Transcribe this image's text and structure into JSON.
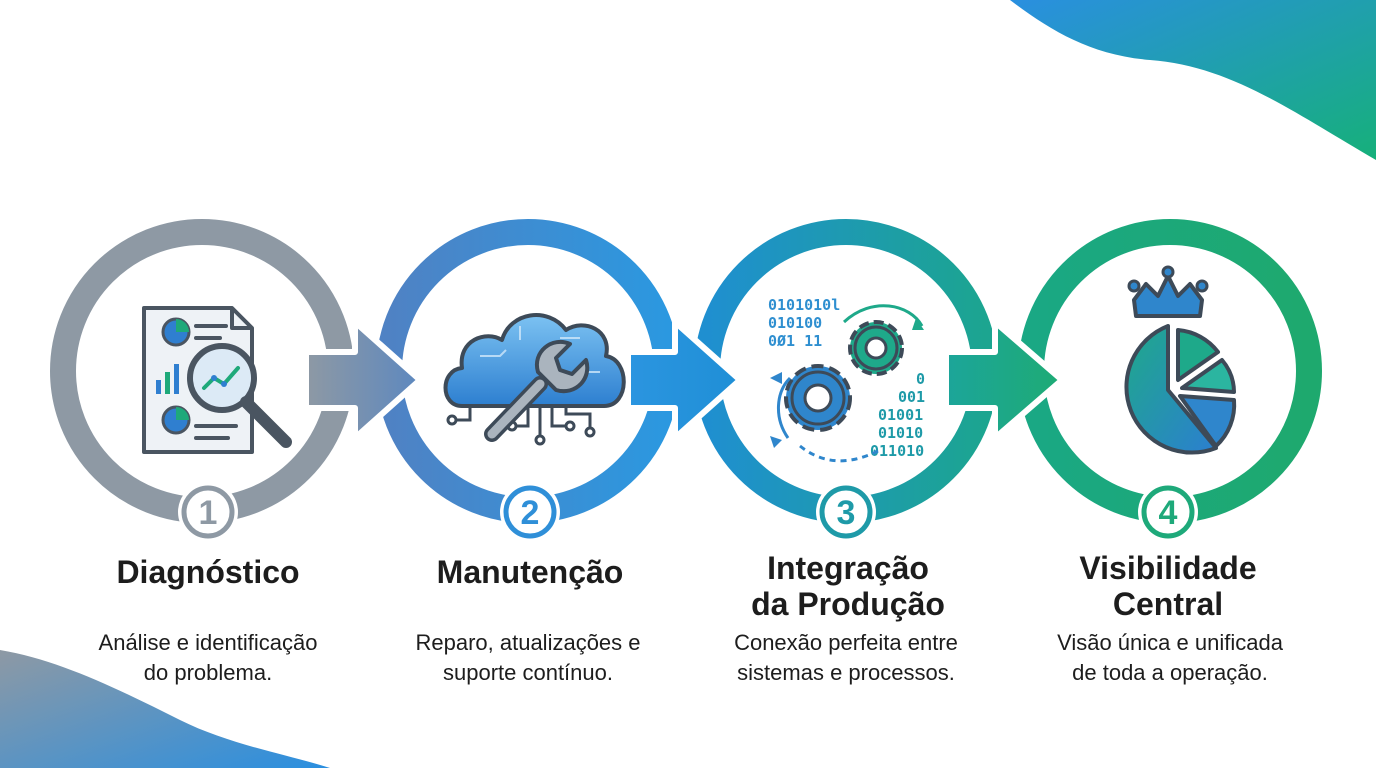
{
  "steps": [
    {
      "number": "1",
      "title": "Diagnóstico",
      "description": "Análise e identificação\ndo problema.",
      "icon": "document-magnifier-icon",
      "color": "#8e99a4"
    },
    {
      "number": "2",
      "title": "Manutenção",
      "description": "Reparo, atualizações e\nsuporte contínuo.",
      "icon": "cloud-wrench-icon",
      "color": "#3f8fd6"
    },
    {
      "number": "3",
      "title": "Integração\nda Produção",
      "description": "Conexão perfeita entre\nsistemas e processos.",
      "icon": "gears-binary-icon",
      "color": "#1e9ab8"
    },
    {
      "number": "4",
      "title": "Visibilidade\nCentral",
      "description": "Visão única e unificada\nde toda a operação.",
      "icon": "crown-pie-chart-icon",
      "color": "#1ea97a"
    }
  ],
  "binary": {
    "top_lines": [
      "0101010l",
      "010100",
      "0Ø1 11"
    ],
    "bottom_lines": [
      "0",
      "001",
      "01001",
      "01010",
      "011010"
    ]
  },
  "colors": {
    "gray": "#8e99a4",
    "blue": "#3f8fd6",
    "teal": "#1e9ab8",
    "green": "#1ea97a",
    "dark_text": "#1d1d1d"
  }
}
